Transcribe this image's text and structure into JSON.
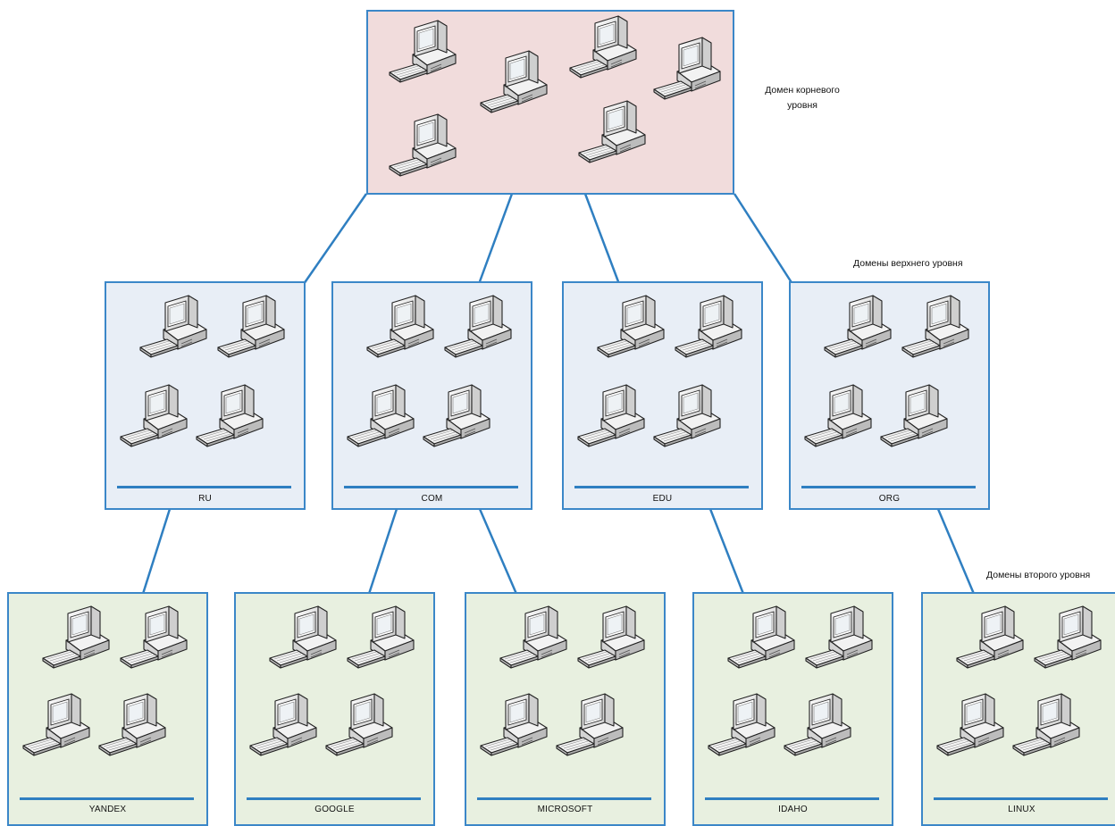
{
  "captions": {
    "root_level": "Домен корневого уровня",
    "top_level": "Домены верхнего уровня",
    "second_level": "Домены второго уровня"
  },
  "root_domain": {
    "computer_count": 6
  },
  "top_level_domains": [
    {
      "label": "RU",
      "computer_count": 4
    },
    {
      "label": "COM",
      "computer_count": 4
    },
    {
      "label": "EDU",
      "computer_count": 4
    },
    {
      "label": "ORG",
      "computer_count": 4
    }
  ],
  "second_level_domains": [
    {
      "label": "YANDEX",
      "parent": "RU",
      "computer_count": 4
    },
    {
      "label": "GOOGLE",
      "parent": "COM",
      "computer_count": 4
    },
    {
      "label": "MICROSOFT",
      "parent": "COM",
      "computer_count": 4
    },
    {
      "label": "IDAHO",
      "parent": "EDU",
      "computer_count": 4
    },
    {
      "label": "LINUX",
      "parent": "ORG",
      "computer_count": 4
    }
  ],
  "colors": {
    "border": "#3b87c8",
    "connector": "#2f7fc1",
    "root_fill": "#f1dcdc",
    "top_fill": "#e8eef6",
    "second_fill": "#e8f0e0"
  },
  "icon": "desktop-computer-icon"
}
